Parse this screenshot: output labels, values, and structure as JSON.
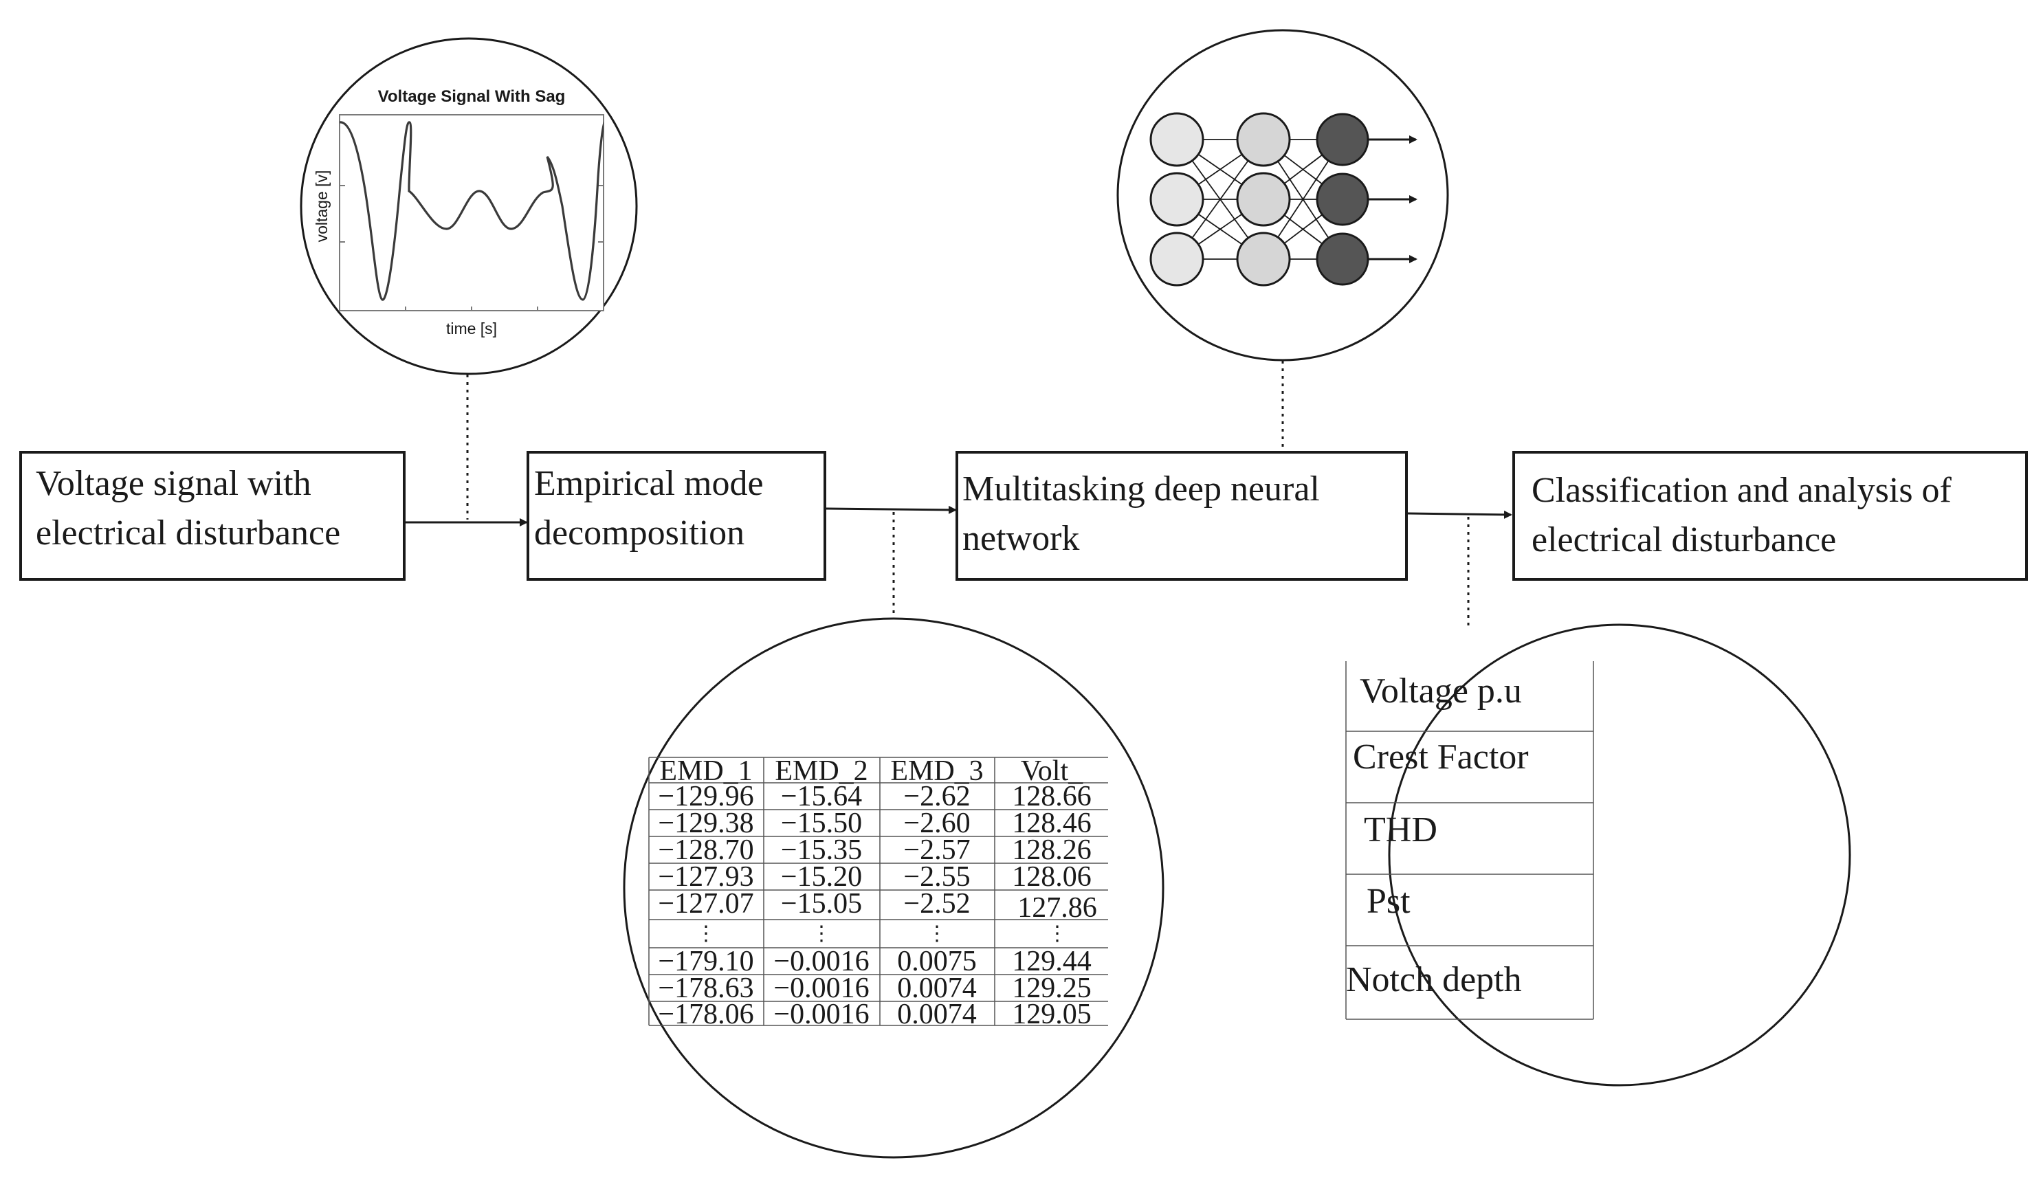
{
  "process_boxes": [
    {
      "line1": "Voltage signal with",
      "line2": "electrical disturbance"
    },
    {
      "line1": "Empirical mode",
      "line2": "decomposition"
    },
    {
      "line1": "Multitasking deep neural",
      "line2": "network"
    },
    {
      "line1": "Classification and analysis of",
      "line2": "electrical disturbance"
    }
  ],
  "signal_plot": {
    "title": "Voltage Signal With Sag",
    "xlabel": "time [s]",
    "ylabel": "voltage [v]"
  },
  "emd_table": {
    "headers": [
      "EMD_1",
      "EMD_2",
      "EMD_3",
      "Volt_"
    ],
    "rows_top": [
      [
        "−129.96",
        "−15.64",
        "−2.62",
        "128.66"
      ],
      [
        "−129.38",
        "−15.50",
        "−2.60",
        "128.46"
      ],
      [
        "−128.70",
        "−15.35",
        "−2.57",
        "128.26"
      ],
      [
        "−127.93",
        "−15.20",
        "−2.55",
        "128.06"
      ],
      [
        "−127.07",
        "−15.05",
        "−2.52",
        "127.86"
      ]
    ],
    "ellipsis": "⋮",
    "rows_bottom": [
      [
        "−179.10",
        "−0.0016",
        "0.0075",
        "129.44"
      ],
      [
        "−178.63",
        "−0.0016",
        "0.0074",
        "129.25"
      ],
      [
        "−178.06",
        "−0.0016",
        "0.0074",
        "129.05"
      ]
    ]
  },
  "output_features": [
    "Voltage p.u",
    "Crest Factor",
    "THD",
    "Pst",
    "Notch depth"
  ],
  "colors": {
    "line": "#1a1a1a",
    "node_light": "#e6e6e6",
    "node_mid": "#d6d6d6",
    "node_dark": "#555555"
  }
}
